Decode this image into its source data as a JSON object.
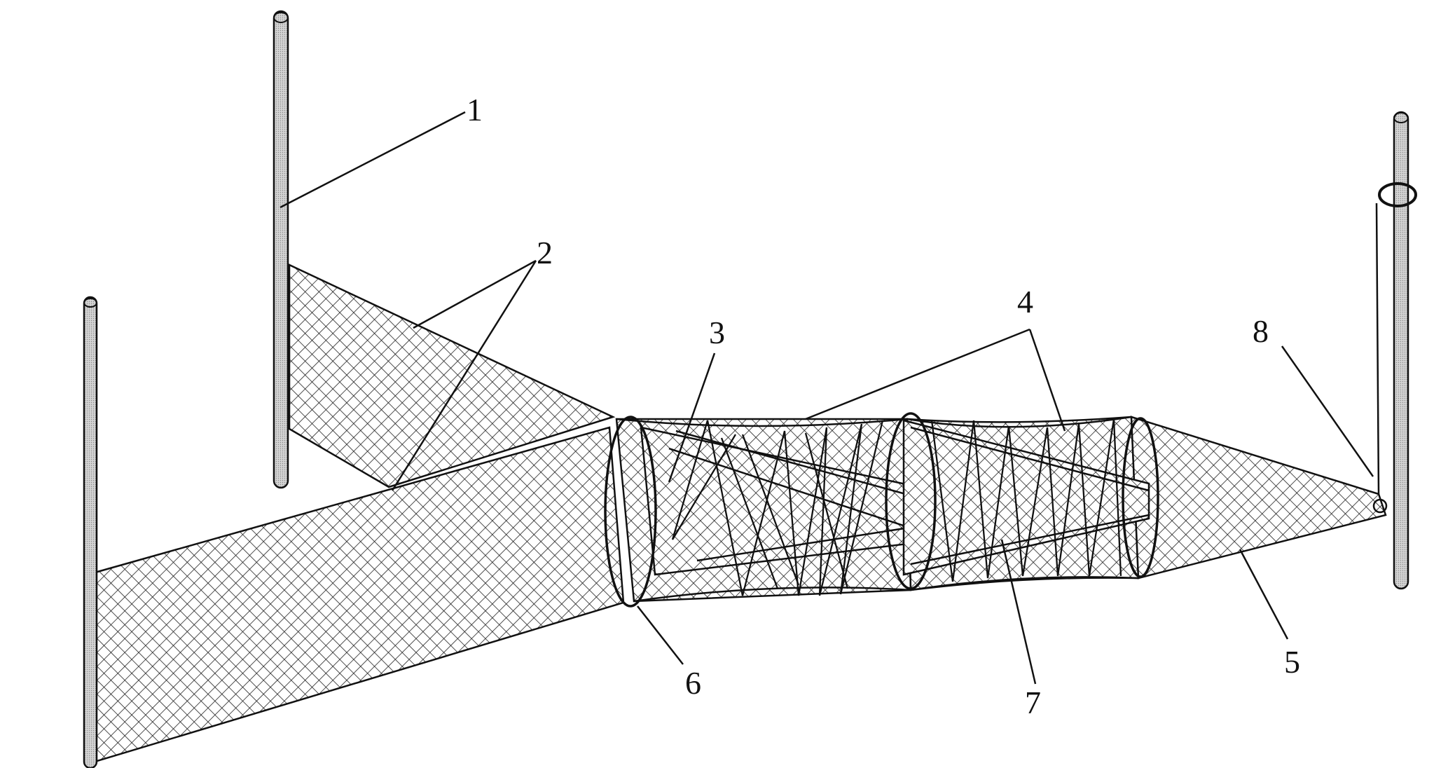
{
  "figure": {
    "callouts": [
      {
        "id": "1",
        "text": "1"
      },
      {
        "id": "2",
        "text": "2"
      },
      {
        "id": "3",
        "text": "3"
      },
      {
        "id": "4",
        "text": "4"
      },
      {
        "id": "5",
        "text": "5"
      },
      {
        "id": "6",
        "text": "6"
      },
      {
        "id": "7",
        "text": "7"
      },
      {
        "id": "8",
        "text": "8"
      }
    ]
  },
  "colors": {
    "ink": "#111111",
    "stake_fill": "#c8c8c8",
    "net_line": "#222222",
    "background": "#ffffff"
  },
  "icons": {
    "stake": "vertical-pole",
    "net": "crosshatch-mesh",
    "hoop": "ellipse-ring",
    "tie_ring": "loop"
  }
}
